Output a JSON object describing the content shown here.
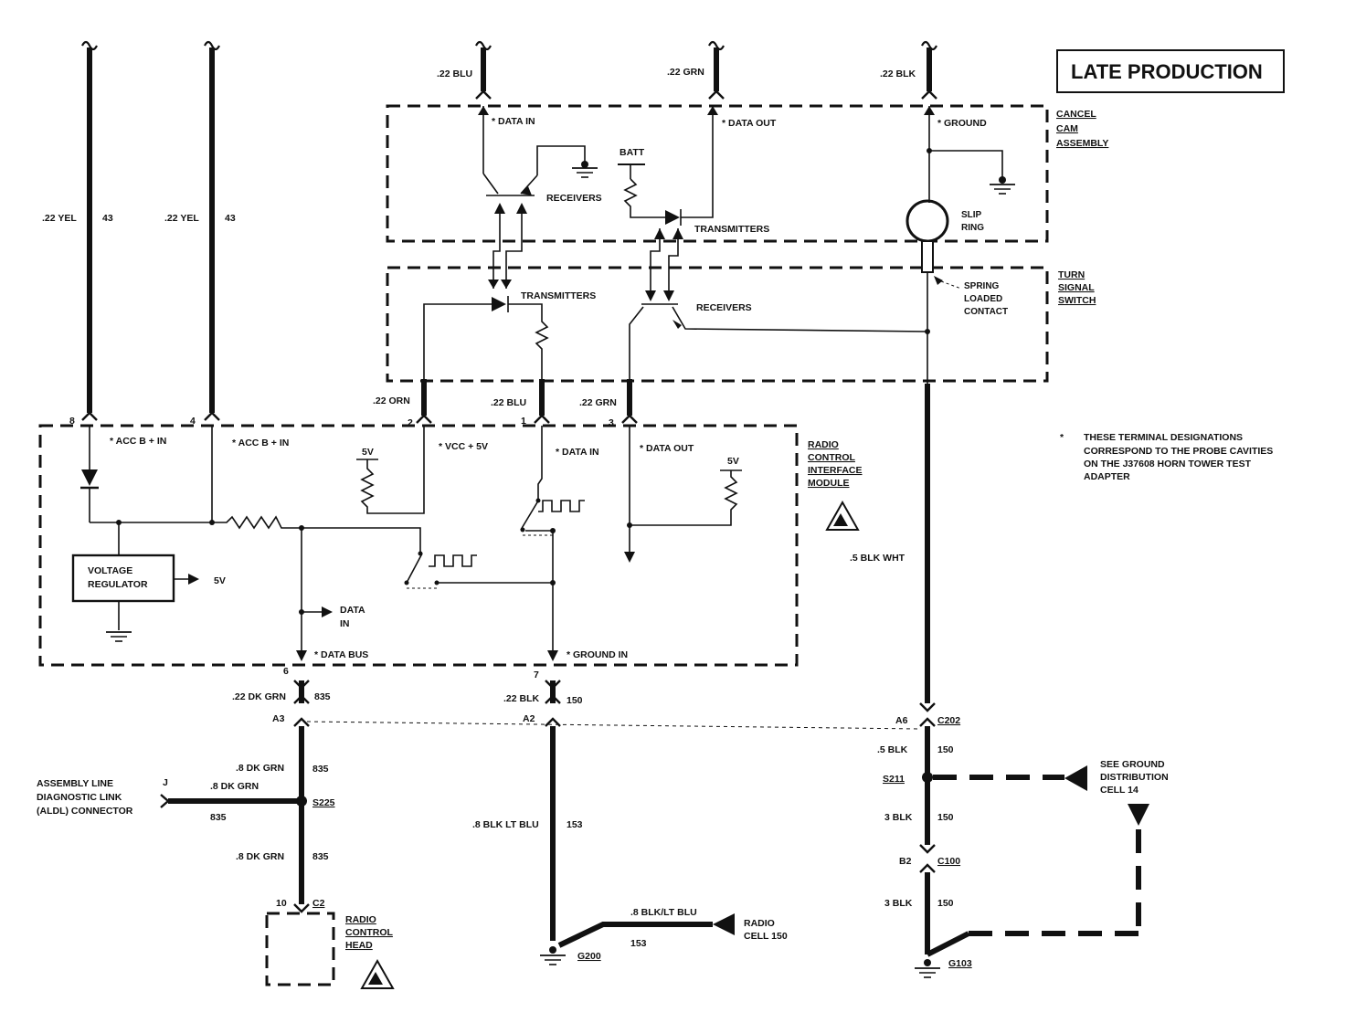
{
  "title": "LATE PRODUCTION",
  "wires": {
    "yel_left": ".22 YEL",
    "yel_left_num": "43",
    "yel_right": ".22 YEL",
    "yel_right_num": "43",
    "blu_top": ".22 BLU",
    "grn_top": ".22 GRN",
    "blk_top": ".22 BLK",
    "orn_mid": ".22 ORN",
    "blu_mid": ".22 BLU",
    "grn_mid": ".22 GRN",
    "dkgrn_835": ".22 DK GRN",
    "num_835": "835",
    "blk_150": ".22 BLK",
    "num_150": "150",
    "blkwht": ".5 BLK WHT",
    "dkgrn8_a": ".8 DK GRN",
    "dkgrn8_a_num": "835",
    "dkgrn8_b": ".8 DK GRN",
    "dkgrn8_b_num": "835",
    "dkgrn8_c": ".8 DK GRN",
    "dkgrn8_c_num": "835",
    "blkltblu": ".8 BLK LT BLU",
    "blkltblu_num": "153",
    "blkltblu2": ".8 BLK/LT BLU",
    "blkltblu2_num": "153",
    "blk5": ".5 BLK",
    "blk5_num": "150",
    "blk3a": "3 BLK",
    "blk3a_num": "150",
    "blk3b": "3 BLK",
    "blk3b_num": "150"
  },
  "cancel_cam": {
    "name_1": "CANCEL",
    "name_2": "CAM",
    "name_3": "ASSEMBLY",
    "data_in": "* DATA IN",
    "data_out": "* DATA OUT",
    "ground": "* GROUND",
    "batt": "BATT",
    "receivers": "RECEIVERS",
    "transmitters": "TRANSMITTERS",
    "slip_1": "SLIP",
    "slip_2": "RING"
  },
  "turn_signal": {
    "name_1": "TURN",
    "name_2": "SIGNAL",
    "name_3": "SWITCH",
    "transmitters": "TRANSMITTERS",
    "receivers": "RECEIVERS",
    "spring_1": "SPRING",
    "spring_2": "LOADED",
    "spring_3": "CONTACT"
  },
  "rim": {
    "name_1": "RADIO",
    "name_2": "CONTROL",
    "name_3": "INTERFACE",
    "name_4": "MODULE",
    "pin8": "8",
    "pin4": "4",
    "pin2": "2",
    "pin1": "1",
    "pin3": "3",
    "pin6": "6",
    "pin7": "7",
    "acc1": "* ACC B + IN",
    "acc2": "* ACC B + IN",
    "vcc": "* VCC + 5V",
    "data_in": "* DATA IN",
    "data_out": "* DATA OUT",
    "data_bus": "* DATA BUS",
    "ground_in": "* GROUND IN",
    "vr_1": "VOLTAGE",
    "vr_2": "REGULATOR",
    "vr_out": "5V",
    "v5a": "5V",
    "v5b": "5V",
    "data_in_arrow_1": "DATA",
    "data_in_arrow_2": "IN"
  },
  "connectors": {
    "a3": "A3",
    "a2": "A2",
    "a6": "A6",
    "c202": "C202",
    "s225": "S225",
    "s211": "S211",
    "b2": "B2",
    "c100": "C100",
    "c2_pin": "10",
    "c2": "C2",
    "aldl_pin": "J"
  },
  "aldl": {
    "l1": "ASSEMBLY LINE",
    "l2": "DIAGNOSTIC LINK",
    "l3": "(ALDL) CONNECTOR"
  },
  "radio_head": {
    "l1": "RADIO",
    "l2": "CONTROL",
    "l3": "HEAD"
  },
  "grounds": {
    "g200": "G200",
    "g103": "G103"
  },
  "radio_cell": {
    "l1": "RADIO",
    "l2": "CELL 150"
  },
  "see_ground": {
    "l1": "SEE GROUND",
    "l2": "DISTRIBUTION",
    "l3": "CELL 14"
  },
  "note": {
    "star": "*",
    "l1": "THESE TERMINAL DESIGNATIONS",
    "l2": "CORRESPOND TO THE PROBE CAVITIES",
    "l3": "ON THE J37608 HORN TOWER TEST",
    "l4": "ADAPTER"
  }
}
